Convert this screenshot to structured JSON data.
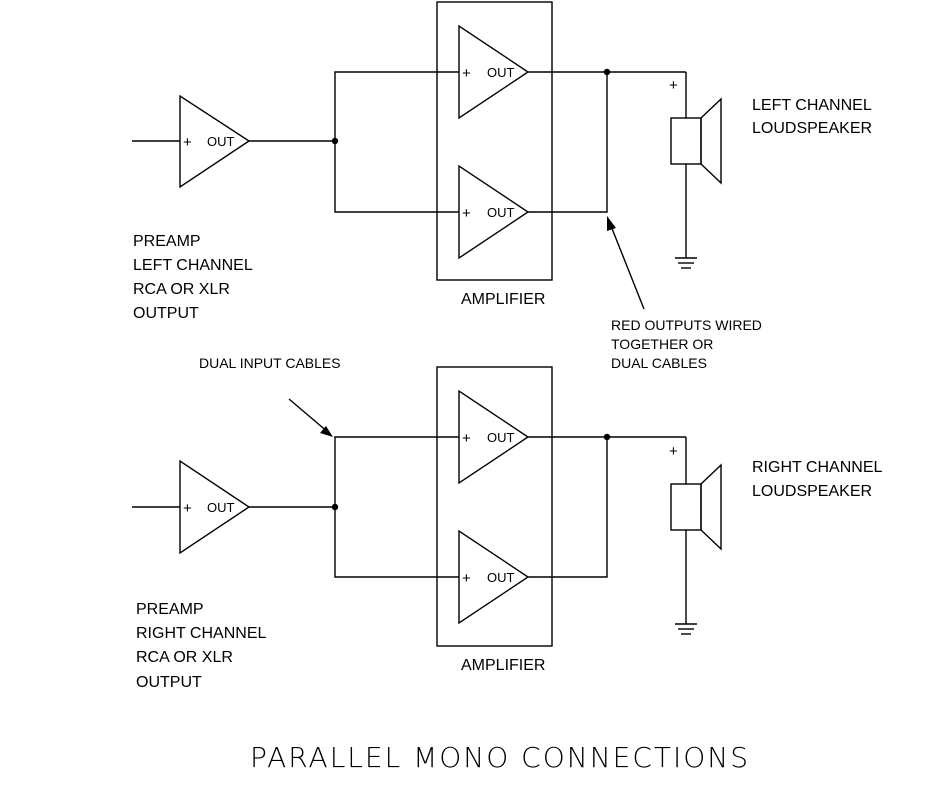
{
  "amp_symbol": {
    "plus": "+",
    "out": "OUT"
  },
  "left": {
    "preamp_label": [
      "PREAMP",
      "LEFT CHANNEL",
      "RCA OR XLR",
      "OUTPUT"
    ],
    "amplifier_label": "AMPLIFIER",
    "speaker_label": [
      "LEFT CHANNEL",
      "LOUDSPEAKER"
    ],
    "speaker_plus": "+"
  },
  "right": {
    "preamp_label": [
      "PREAMP",
      "RIGHT CHANNEL",
      "RCA OR XLR",
      "OUTPUT"
    ],
    "amplifier_label": "AMPLIFIER",
    "speaker_label": [
      "RIGHT CHANNEL",
      "LOUDSPEAKER"
    ],
    "speaker_plus": "+"
  },
  "annotations": {
    "red_outputs": [
      "RED OUTPUTS WIRED",
      "TOGETHER OR",
      "DUAL CABLES"
    ],
    "dual_input": "DUAL INPUT CABLES"
  },
  "title": "PARALLEL MONO CONNECTIONS"
}
